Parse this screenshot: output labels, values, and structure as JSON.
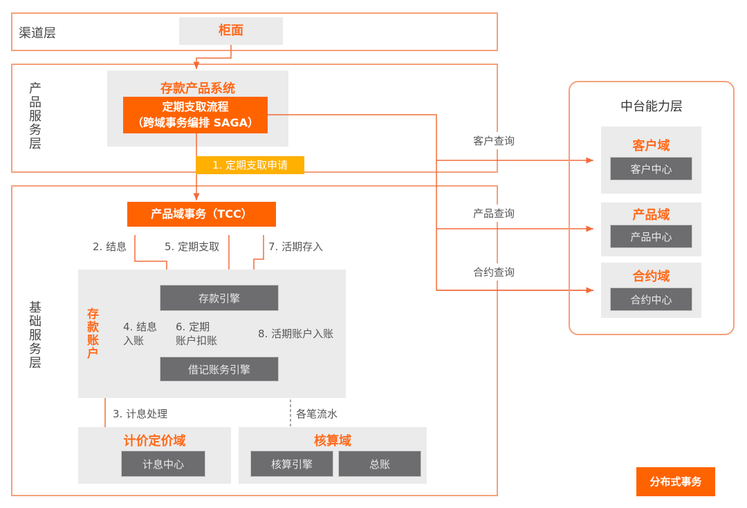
{
  "channel_layer": {
    "label": "渠道层",
    "counter": "柜面"
  },
  "product_layer": {
    "label": "产品服务层",
    "system_title": "存款产品系统",
    "saga_box": {
      "line1": "定期支取流程",
      "line2": "（跨域事务编排 SAGA）"
    },
    "request_tag": "1. 定期支取申请"
  },
  "base_layer": {
    "label": "基础服务层",
    "tcc_box": "产品域事务（TCC）",
    "steps_top": [
      "2. 结息",
      "5. 定期支取",
      "7. 活期存入"
    ],
    "account_title": "存款账户",
    "deposit_engine": "存款引擎",
    "steps_mid": {
      "s4a": "4. 结息",
      "s4b": "入账",
      "s6a": "6. 定期",
      "s6b": "账户扣账",
      "s8": "8. 活期账户入账"
    },
    "ledger_engine": "借记账务引擎",
    "step3": "3. 计息处理",
    "flow_label": "各笔流水",
    "pricing_domain": {
      "title": "计价定价域",
      "center": "计息中心"
    },
    "accounting_domain": {
      "title": "核算域",
      "engine": "核算引擎",
      "ledger": "总账"
    }
  },
  "middle_layer": {
    "title": "中台能力层",
    "domains": [
      {
        "title": "客户域",
        "center": "客户中心",
        "query": "客户查询"
      },
      {
        "title": "产品域",
        "center": "产品中心",
        "query": "产品查询"
      },
      {
        "title": "合约域",
        "center": "合约中心",
        "query": "合约查询"
      }
    ]
  },
  "legend": "分布式事务",
  "colors": {
    "accent": "#ff6300",
    "line": "#f26b3a",
    "tag": "#ffb000",
    "dark_box": "#6d6d70",
    "panel": "#ebebeb"
  }
}
